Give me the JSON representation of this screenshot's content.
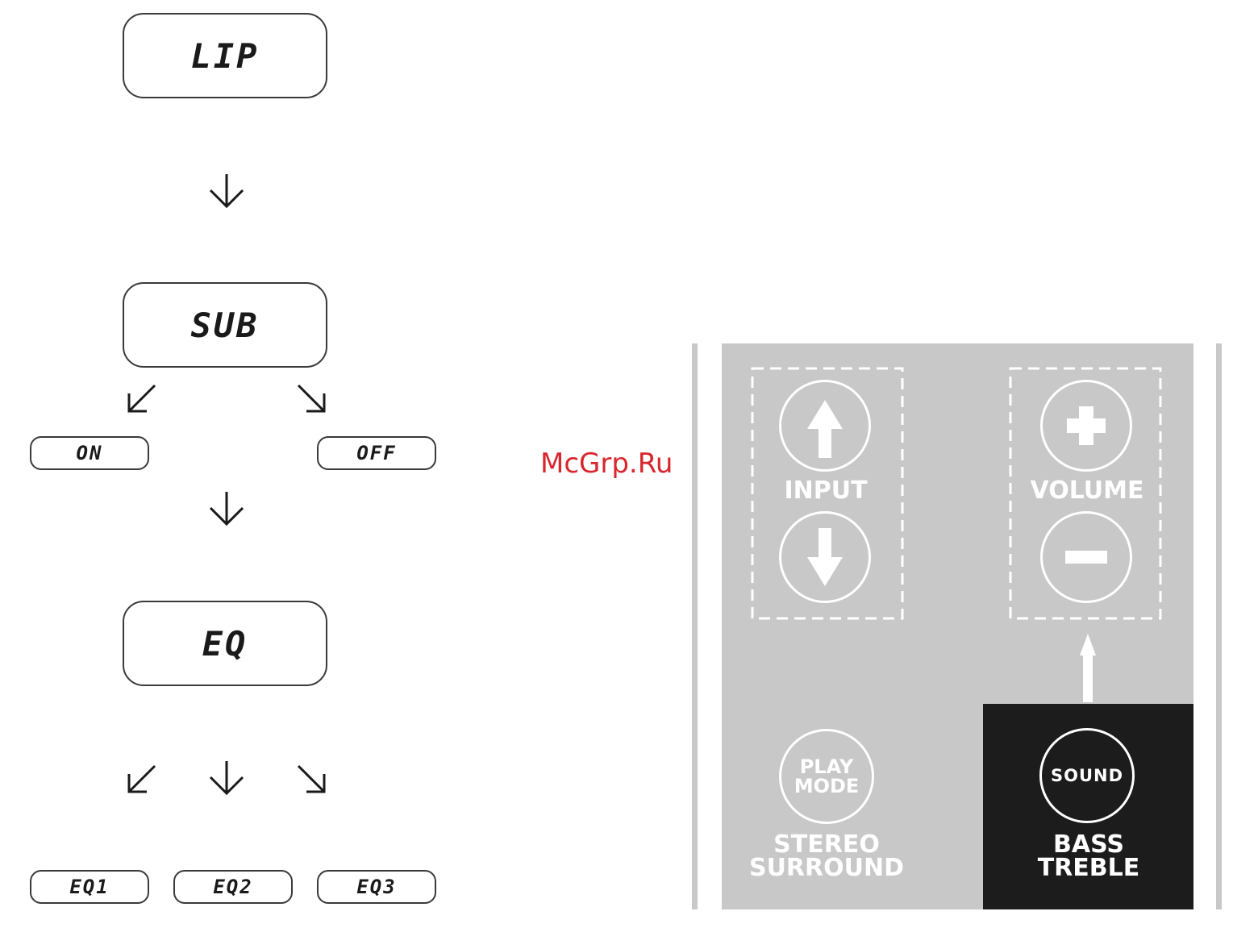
{
  "flow": {
    "step1": "LIP",
    "step2": "SUB",
    "sub_on": "ON",
    "sub_off": "OFF",
    "step3": "EQ",
    "eq1": "EQ1",
    "eq2": "EQ2",
    "eq3": "EQ3"
  },
  "watermark": "McGrp.Ru",
  "panel": {
    "input_label": "INPUT",
    "volume_label": "VOLUME",
    "play_mode_line1": "PLAY",
    "play_mode_line2": "MODE",
    "stereo": "STEREO",
    "surround": "SURROUND",
    "sound": "SOUND",
    "bass": "BASS",
    "treble": "TREBLE",
    "colors": {
      "panel_bg": "#c8c8c9",
      "highlight_bg": "#1c1c1c",
      "button_line": "#ffffff"
    }
  },
  "icons": {
    "input_up": "arrow-up-icon",
    "input_down": "arrow-down-icon",
    "volume_plus": "plus-icon",
    "volume_minus": "minus-icon"
  }
}
